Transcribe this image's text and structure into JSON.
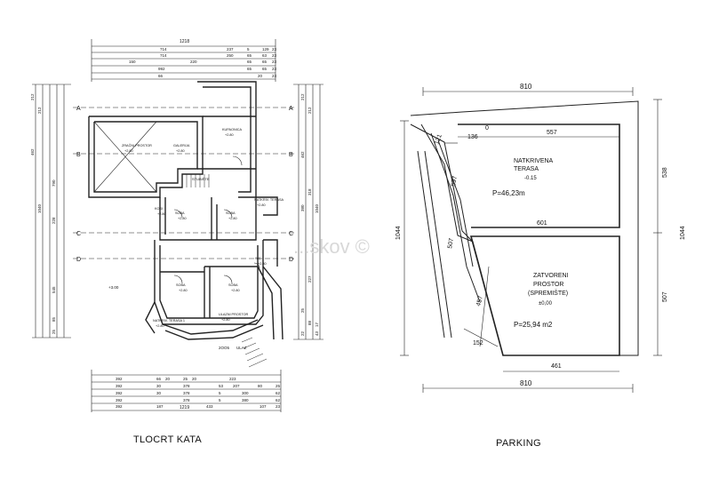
{
  "captions": {
    "left": "TLOCRT KATA",
    "right": "PARKING"
  },
  "watermark": "...skov ©",
  "floor_plan": {
    "top_total": "1218",
    "bottom_total": "1219",
    "top_rows": [
      [
        "714",
        "237",
        "5",
        "129",
        "23"
      ],
      [
        "714",
        "250",
        "65",
        "63",
        "23"
      ],
      [
        "150",
        "220",
        "65",
        "65",
        "23"
      ],
      [
        "992",
        "65",
        "65",
        "23"
      ],
      [
        "66",
        "20",
        "23"
      ]
    ],
    "bottom_rows": [
      [
        "392",
        "66",
        "20",
        "25",
        "20",
        "223"
      ],
      [
        "392",
        "30",
        "378",
        "53",
        "207",
        "80",
        "25"
      ],
      [
        "392",
        "30",
        "378",
        "5",
        "300",
        "62"
      ],
      [
        "392",
        "378",
        "5",
        "380",
        "62"
      ],
      [
        "392",
        "187",
        "433",
        "107",
        "23"
      ]
    ],
    "left_dims": [
      "212",
      "212",
      "462",
      "790",
      "1040",
      "228",
      "545",
      "85",
      "25"
    ],
    "right_dims": [
      "212",
      "212",
      "462",
      "1040",
      "380",
      "318",
      "227",
      "25",
      "88",
      "17",
      "22",
      "43"
    ],
    "axes": [
      "A",
      "B",
      "C",
      "D"
    ],
    "rooms": [
      {
        "name": "ZRAČNI PROSTOR",
        "level": "+2.80"
      },
      {
        "name": "GALERIJA",
        "level": "+2.80"
      },
      {
        "name": "KUPAONICA",
        "level": "+2.80"
      },
      {
        "name": "KOSI",
        "level": "+2.80"
      },
      {
        "name": "SOBA",
        "level": "+2.80"
      },
      {
        "name": "SOBA",
        "level": "+2.80"
      },
      {
        "name": "NATKRIV. TERASA",
        "level": "+2.80"
      },
      {
        "name": "WC",
        "level": "+2.80"
      },
      {
        "name": "SOBA",
        "level": "+2.80"
      },
      {
        "name": "SOBA",
        "level": "+2.80"
      },
      {
        "name": "NATKRIV. TERASA 1",
        "level": "+2.80"
      },
      {
        "name": "ULAZNI PROSTOR",
        "level": "+2.80"
      }
    ],
    "outside_level": "+3.00",
    "stair_label": "STUBIŠTE",
    "small_labels": [
      "2OO5",
      "ULAZ"
    ]
  },
  "parking": {
    "dim_top": "810",
    "dim_bottom": "810",
    "dim_right_outer": "1044",
    "dim_left_outer": "1044",
    "dim_right_upper": "538",
    "dim_right_lower": "507",
    "dim_inner_557": "557",
    "dim_136": "136",
    "dim_0": "0",
    "dim_121": "121",
    "dim_601": "601",
    "dim_461": "461",
    "dim_152": "152",
    "dim_457": "457",
    "dim_507v": "507",
    "dim_597": "597",
    "terrace_name_1": "NATKRIVENA",
    "terrace_name_2": "TERASA",
    "terrace_level": "-0.15",
    "terrace_area": "P=46,23m",
    "storage_name_1": "ZATVORENI",
    "storage_name_2": "PROSTOR",
    "storage_name_3": "(SPREMIŠTE)",
    "storage_level": "±0,00",
    "storage_area": "P=25,94 m2"
  }
}
